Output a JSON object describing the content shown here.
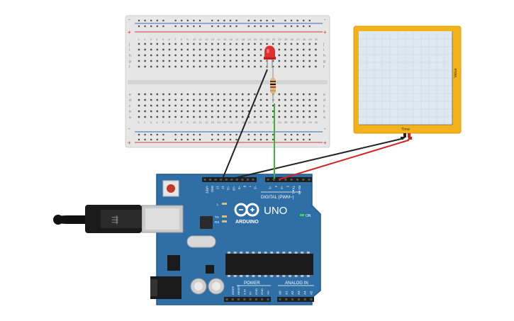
{
  "breadboard": {
    "columns": 30,
    "rows_top": [
      "j",
      "i",
      "h",
      "g",
      "f"
    ],
    "rows_bottom": [
      "e",
      "d",
      "c",
      "b",
      "a"
    ],
    "rail_minus": "-",
    "rail_plus": "+"
  },
  "plotter": {
    "x_label": "Time",
    "y_label": "Value"
  },
  "arduino": {
    "brand": "ARDUINO",
    "model": "UNO",
    "on_label": "ON",
    "led_l": "L",
    "led_tx": "TX",
    "led_rx": "RX",
    "digital_label": "DIGITAL (PWM~)",
    "power_label": "POWER",
    "analog_label": "ANALOG IN",
    "digital_pins": [
      "AREF",
      "GND",
      "13",
      "12",
      "~11",
      "~10",
      "~9",
      "8",
      "7",
      "~6",
      "~5",
      "4",
      "~3",
      "2",
      "TX►1",
      "RX◄0"
    ],
    "power_pins": [
      "IOREF",
      "RESET",
      "3.3V",
      "5V",
      "GND",
      "GND",
      "Vin"
    ],
    "analog_pins": [
      "A0",
      "A1",
      "A2",
      "A3",
      "A4",
      "A5"
    ]
  },
  "colors": {
    "board": "#2f6fa5",
    "board_dark": "#1f527e",
    "breadboard": "#e6e6e6",
    "rail_red": "#d23b3b",
    "rail_blue": "#3a66b0",
    "plotter_frame": "#f4b21a",
    "plotter_screen": "#dde9f0",
    "wire_black": "#222222",
    "wire_red": "#d42121",
    "wire_green": "#3db23d",
    "led_red": "#e23030"
  }
}
